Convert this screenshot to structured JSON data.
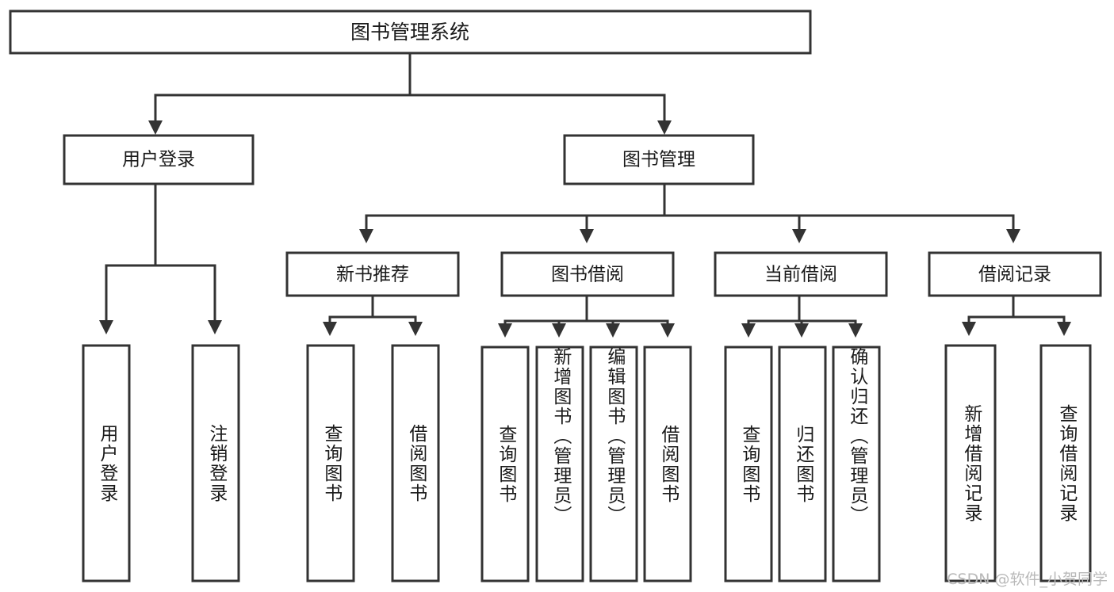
{
  "diagram": {
    "type": "tree-hierarchy-flowchart",
    "title": "图书管理系统",
    "root": {
      "id": "root",
      "label": "图书管理系统",
      "orientation": "horizontal"
    },
    "level2": [
      {
        "id": "user-login",
        "label": "用户登录",
        "orientation": "horizontal"
      },
      {
        "id": "book-manage",
        "label": "图书管理",
        "orientation": "horizontal"
      }
    ],
    "level3": [
      {
        "id": "new-book-recommend",
        "label": "新书推荐",
        "orientation": "horizontal",
        "parent": "book-manage"
      },
      {
        "id": "book-borrow",
        "label": "图书借阅",
        "orientation": "horizontal",
        "parent": "book-manage"
      },
      {
        "id": "current-borrow",
        "label": "当前借阅",
        "orientation": "horizontal",
        "parent": "book-manage"
      },
      {
        "id": "borrow-record",
        "label": "借阅记录",
        "orientation": "horizontal",
        "parent": "book-manage"
      }
    ],
    "leaves": [
      {
        "id": "leaf-user-login",
        "label": "用户登录",
        "orientation": "vertical",
        "parent": "user-login"
      },
      {
        "id": "leaf-user-logout",
        "label": "注销登录",
        "orientation": "vertical",
        "parent": "user-login"
      },
      {
        "id": "leaf-query-book-1",
        "label": "查询图书",
        "orientation": "vertical",
        "parent": "new-book-recommend"
      },
      {
        "id": "leaf-borrow-book-1",
        "label": "借阅图书",
        "orientation": "vertical",
        "parent": "new-book-recommend"
      },
      {
        "id": "leaf-query-book-2",
        "label": "查询图书",
        "orientation": "vertical",
        "parent": "book-borrow"
      },
      {
        "id": "leaf-add-book",
        "label": "新增图书（管理员）",
        "orientation": "vertical",
        "parent": "book-borrow"
      },
      {
        "id": "leaf-edit-book",
        "label": "编辑图书（管理员）",
        "orientation": "vertical",
        "parent": "book-borrow"
      },
      {
        "id": "leaf-borrow-book-2",
        "label": "借阅图书",
        "orientation": "vertical",
        "parent": "book-borrow"
      },
      {
        "id": "leaf-query-book-3",
        "label": "查询图书",
        "orientation": "vertical",
        "parent": "current-borrow"
      },
      {
        "id": "leaf-return-book",
        "label": "归还图书",
        "orientation": "vertical",
        "parent": "current-borrow"
      },
      {
        "id": "leaf-confirm-return",
        "label": "确认归还（管理员）",
        "orientation": "vertical",
        "parent": "current-borrow"
      },
      {
        "id": "leaf-add-record",
        "label": "新增借阅记录",
        "orientation": "vertical",
        "parent": "borrow-record"
      },
      {
        "id": "leaf-query-record",
        "label": "查询借阅记录",
        "orientation": "vertical",
        "parent": "borrow-record"
      }
    ],
    "colors": {
      "stroke": "#333333",
      "fill": "#ffffff",
      "text": "#1a1a1a",
      "watermark": "#b9b9b9",
      "background": "#ffffff"
    }
  },
  "watermark": {
    "text": "CSDN @软件_小贺同学"
  }
}
